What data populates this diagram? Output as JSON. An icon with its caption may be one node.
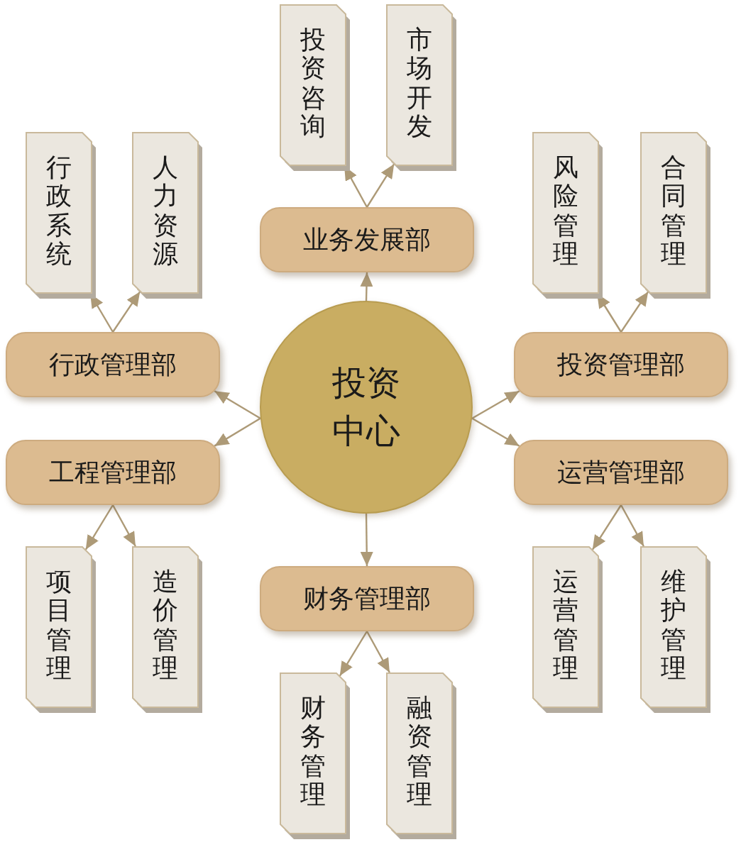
{
  "diagram": {
    "nodes": [
      {
        "text": [
          "投资咨询"
        ]
      },
      {
        "text": [
          "市场开发"
        ]
      },
      {
        "text": [
          "行政系统"
        ]
      },
      {
        "text": [
          "人力资源"
        ]
      },
      {
        "text": [
          "风险管理"
        ]
      },
      {
        "text": [
          "合同管理"
        ]
      },
      {
        "text": [
          "业务发展部"
        ]
      },
      {
        "text": [
          "投资中心"
        ]
      },
      {
        "text": [
          "行政管理部"
        ]
      },
      {
        "text": [
          "投资管理部"
        ]
      },
      {
        "text": [
          "工程管理部"
        ]
      },
      {
        "text": [
          "运营管理部"
        ]
      },
      {
        "text": [
          "财务管理部"
        ]
      },
      {
        "text": [
          "项目管理"
        ]
      },
      {
        "text": [
          "造价管理"
        ]
      },
      {
        "text": [
          "运营管理"
        ]
      },
      {
        "text": [
          "维护管理"
        ]
      },
      {
        "text": [
          "财务管理"
        ]
      },
      {
        "text": [
          "融资管理"
        ]
      }
    ],
    "edges": [
      {
        "from": 7,
        "to": 6,
        "arrow": "to"
      },
      {
        "from": 7,
        "to": 8,
        "arrow": "to"
      },
      {
        "from": 7,
        "to": 9,
        "arrow": "to"
      },
      {
        "from": 7,
        "to": 10,
        "arrow": "to"
      },
      {
        "from": 7,
        "to": 11,
        "arrow": "to"
      },
      {
        "from": 7,
        "to": 12,
        "arrow": "to"
      },
      {
        "from": 6,
        "to": 0,
        "arrow": "to"
      },
      {
        "from": 6,
        "to": 1,
        "arrow": "to"
      },
      {
        "from": 8,
        "to": 2,
        "arrow": "to"
      },
      {
        "from": 8,
        "to": 3,
        "arrow": "to"
      },
      {
        "from": 9,
        "to": 4,
        "arrow": "to"
      },
      {
        "from": 9,
        "to": 5,
        "arrow": "to"
      },
      {
        "from": 10,
        "to": 13,
        "arrow": "to"
      },
      {
        "from": 10,
        "to": 14,
        "arrow": "to"
      },
      {
        "from": 11,
        "to": 15,
        "arrow": "to"
      },
      {
        "from": 11,
        "to": 16,
        "arrow": "to"
      },
      {
        "from": 12,
        "to": 17,
        "arrow": "to"
      },
      {
        "from": 12,
        "to": 18,
        "arrow": "to"
      }
    ]
  }
}
